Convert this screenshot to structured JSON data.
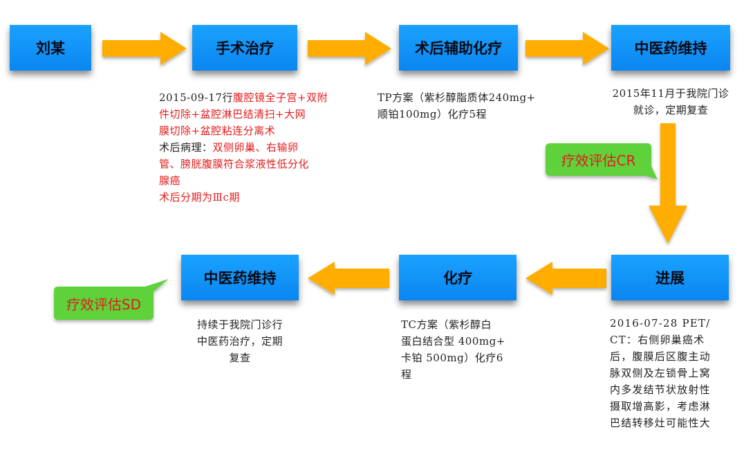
{
  "nodes": {
    "patient": "刘某",
    "surgery": "手术治疗",
    "postop_chemo": "术后辅助化疗",
    "tcm_maintain_1": "中医药维持",
    "progress": "进展",
    "chemo": "化疗",
    "tcm_maintain_2": "中医药维持"
  },
  "notes": {
    "surgery": {
      "date_prefix": "2015-09-17行",
      "procedure_l1": "腹腔镜全子宫+双附",
      "procedure_l2": "件切除+盆腔淋巴结清扫+大网",
      "procedure_l3": "膜切除+盆腔粘连分离术",
      "path_prefix": "术后病理：",
      "path_l1": "双侧卵巢、右输卵",
      "path_l2": "管、膀胱腹膜符合浆液性低分化",
      "path_l3": "腺癌",
      "stage": "术后分期为Ⅲc期"
    },
    "postop_chemo": {
      "l1": "TP方案（紫杉醇脂质体240mg+",
      "l2": "顺铂100mg）化疗5程"
    },
    "tcm_maintain_1": {
      "l1": "2015年11月于我院门诊",
      "l2": "就诊，定期复查"
    },
    "progress": {
      "l1": "2016-07-28 PET/",
      "l2": "CT：右侧卵巢癌术",
      "l3": "后，腹膜后区腹主动",
      "l4": "脉双侧及左锁骨上窝",
      "l5": "内多发结节状放射性",
      "l6": "摄取增高影，考虑淋",
      "l7": "巴结转移灶可能性大"
    },
    "chemo": {
      "l1": "TC方案（紫杉醇白",
      "l2": "蛋白结合型 400mg+",
      "l3": "卡铂 500mg）化疗6",
      "l4": "程"
    },
    "tcm_maintain_2": {
      "l1": "持续于我院门诊行",
      "l2": "中医药治疗，定期",
      "l3": "复查"
    }
  },
  "badges": {
    "cr": "疗效评估CR",
    "sd": "疗效评估SD"
  },
  "colors": {
    "box": "#0a86f0",
    "arrow": "#ffad00",
    "badge": "#5fd13a",
    "highlight_text": "#e31b1b"
  }
}
